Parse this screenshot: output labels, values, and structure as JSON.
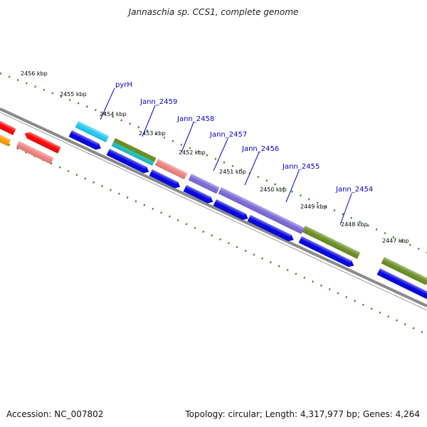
{
  "title": "Jannaschia sp. CCS1, complete genome",
  "footer": {
    "accession": "Accession: NC_007802",
    "summary": "Topology: circular; Length: 4,317,977 bp; Genes: 4,264"
  },
  "ruler_labels": [
    "2456 kbp",
    "2455 kbp",
    "2454 kbp",
    "2453 kbp",
    "2452 kbp",
    "2451 kbp",
    "2450 kbp",
    "2449 kbp",
    "2448 kbp",
    "2447 kbp"
  ],
  "gene_labels": [
    "pyrH",
    "Jann_2459",
    "Jann_2458",
    "Jann_2457",
    "Jann_2456",
    "Jann_2455",
    "Jann_2454"
  ],
  "colors": {
    "backbone": "#8a8a8a",
    "ruler_dots": "#2a8a1a",
    "gene_label": "#0000c8",
    "cds_forward": "#0000e0",
    "red": "#ff0000",
    "salmon": "#f08080",
    "orange": "#ff9a00",
    "cyan": "#20c8f0",
    "olive": "#6b8e23",
    "purple": "#7b68d8",
    "teal": "#20b0b0"
  }
}
